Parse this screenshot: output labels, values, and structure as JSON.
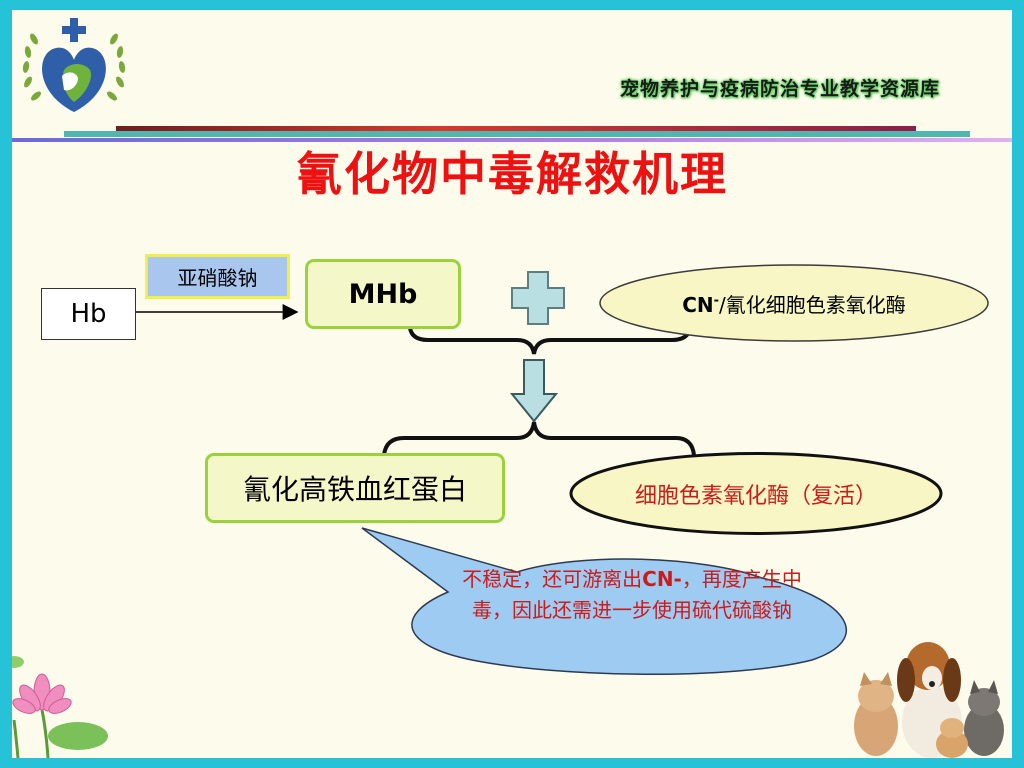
{
  "header": {
    "brand_text": "宠物养护与疫病防治专业教学资源库"
  },
  "title": "氰化物中毒解救机理",
  "diagram": {
    "hb": "Hb",
    "nitrite": "亚硝酸钠",
    "mhb": "MHb",
    "cn_prefix": "CN",
    "cn_sup": "-",
    "cn_suffix": "/氰化细胞色素氧化酶",
    "cyan_hb": "氰化高铁血红蛋白",
    "enzyme_restored": "细胞色素氧化酶（复活）",
    "note_part1": "不稳定，还可游离出",
    "note_bold": "CN-",
    "note_part2": "，再度产生中毒，因此还需进一步使用硫代硫酸钠"
  },
  "colors": {
    "title": "#ee1111",
    "note_text": "#cc1b1b",
    "frame": "#26c3d8",
    "background": "#fdfcec"
  }
}
